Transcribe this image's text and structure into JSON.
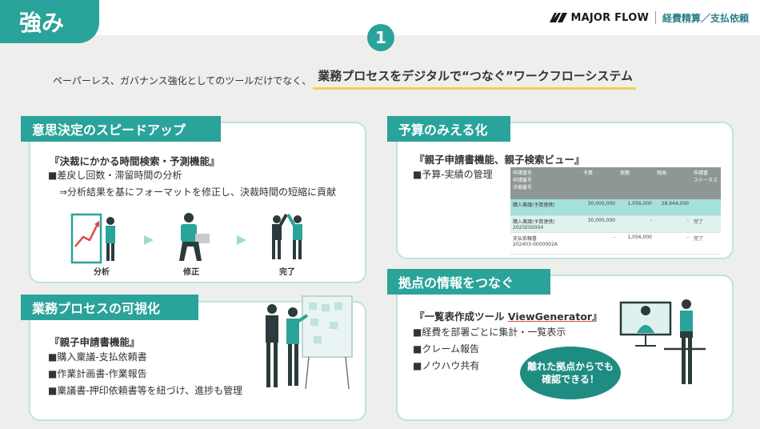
{
  "header": {
    "title": "強み",
    "brand_name": "MAJOR FLOW",
    "brand_sub": "経費精算／支払依頼",
    "number": "1"
  },
  "intro": {
    "lead": "ペーパーレス、ガバナンス強化としてのツールだけでなく、",
    "highlight": "業務プロセスをデジタルで“つなぐ”ワークフローシステム"
  },
  "decision": {
    "label": "意思決定のスピードアップ",
    "feature": "『決裁にかかる時間検索・予測機能』",
    "bullet1": "■差戻し回数・滞留時間の分析",
    "bullet2": "⇒分析結果を基にフォーマットを修正し、決裁時間の短縮に貢献",
    "steps": [
      "分析",
      "修正",
      "完了"
    ]
  },
  "budget": {
    "label": "予算のみえる化",
    "feature": "『親子申請書機能、親子検索ビュー』",
    "bullet1": "■予算-実績の管理",
    "table": {
      "headers": [
        "申請書名\n申請番号\n決裁番号",
        "予算",
        "実績",
        "残高",
        "申請書\nステータス"
      ],
      "rows": [
        {
          "name": "購入稟議(予算連携)",
          "no": "",
          "budget": "30,000,000",
          "actual": "1,056,000",
          "remain": "28,944,000",
          "status": ""
        },
        {
          "name": "購入稟議(予算連携)",
          "no": "2025ES0004",
          "budget": "30,000,000",
          "actual": "-",
          "remain": "-",
          "status": "完了"
        },
        {
          "name": "支払依頼書",
          "no": "202403-0000002A",
          "budget": "-",
          "actual": "1,056,000",
          "remain": "-",
          "status": "完了"
        }
      ]
    }
  },
  "process": {
    "label": "業務プロセスの可視化",
    "feature": "『親子申請書機能』",
    "bullet1": "■購入稟議-支払依頼書",
    "bullet2": "■作業計画書-作業報告",
    "bullet3": "■稟議書-押印依頼書等を紐づけ、進捗も管理"
  },
  "sites": {
    "label": "拠点の情報をつなぐ",
    "feature_pre": "『一覧表作成ツール ",
    "feature_em": "ViewGenerator",
    "feature_post": "』",
    "bullet1": "■経費を部署ごとに集計・一覧表示",
    "bullet2": "■クレーム報告",
    "bullet3": "■ノウハウ共有",
    "bubble_line1": "離れた拠点からでも",
    "bubble_line2": "確認できる！"
  },
  "colors": {
    "accent": "#2aa39a",
    "accent_dark": "#1f8c82",
    "card_border": "#bde3df",
    "underline": "#f0d24a"
  }
}
